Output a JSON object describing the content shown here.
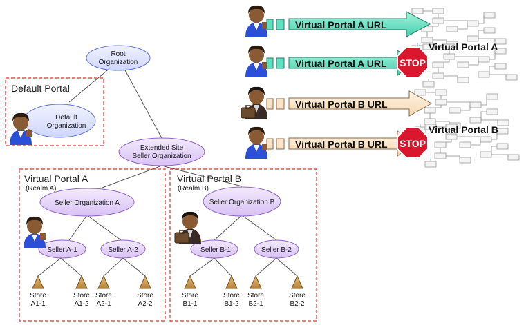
{
  "nodes": {
    "root_org": [
      "Root",
      "Organization"
    ],
    "default_org": [
      "Default",
      "Organization"
    ],
    "extended_site": [
      "Extended Site",
      "Seller Organization"
    ],
    "seller_org_a": "Seller Organization A",
    "seller_org_b": "Seller Organization B",
    "seller_a1": "Seller A-1",
    "seller_a2": "Seller A-2",
    "seller_b1": "Seller B-1",
    "seller_b2": "Seller B-2"
  },
  "boxes": {
    "default_portal": {
      "title": "Default Portal"
    },
    "virtual_portal_a": {
      "title": "Virtual Portal A",
      "realm": "(Realm A)"
    },
    "virtual_portal_b": {
      "title": "Virtual Portal B",
      "realm": "(Realm B)"
    }
  },
  "stores": [
    [
      "Store",
      "A1-1"
    ],
    [
      "Store",
      "A1-2"
    ],
    [
      "Store",
      "A2-1"
    ],
    [
      "Store",
      "A2-2"
    ],
    [
      "Store",
      "B1-1"
    ],
    [
      "Store",
      "B1-2"
    ],
    [
      "Store",
      "B2-1"
    ],
    [
      "Store",
      "B2-2"
    ]
  ],
  "access": [
    {
      "label": "Virtual Portal A URL",
      "blocked": false
    },
    {
      "label": "Virtual Portal A URL",
      "blocked": true,
      "sign": "STOP"
    },
    {
      "label": "Virtual Portal B URL",
      "blocked": false
    },
    {
      "label": "Virtual Portal B URL",
      "blocked": true,
      "sign": "STOP"
    }
  ],
  "site_labels": [
    "Virtual Portal A",
    "Virtual Portal B"
  ],
  "colors": {
    "org_ellipse_fill": "#dbe0fb",
    "org_ellipse_stroke": "#5a6fd6",
    "seller_fill": "#e4d3f7",
    "seller_stroke": "#8e63c6",
    "store_fill": "#c99a50",
    "dashed_border": "#e8302a",
    "arrow_a": "#5fe0c0",
    "arrow_b": "#fbe3c8",
    "stop": "#d9182e"
  },
  "icons": {
    "default_user": "person-blue-shirt-icon",
    "store_icon": "triangle-store-icon",
    "stop_sign": "stop-sign-icon",
    "sitemap": "sitemap-thumbnail-icon",
    "business_user": "person-with-briefcase-icon"
  }
}
